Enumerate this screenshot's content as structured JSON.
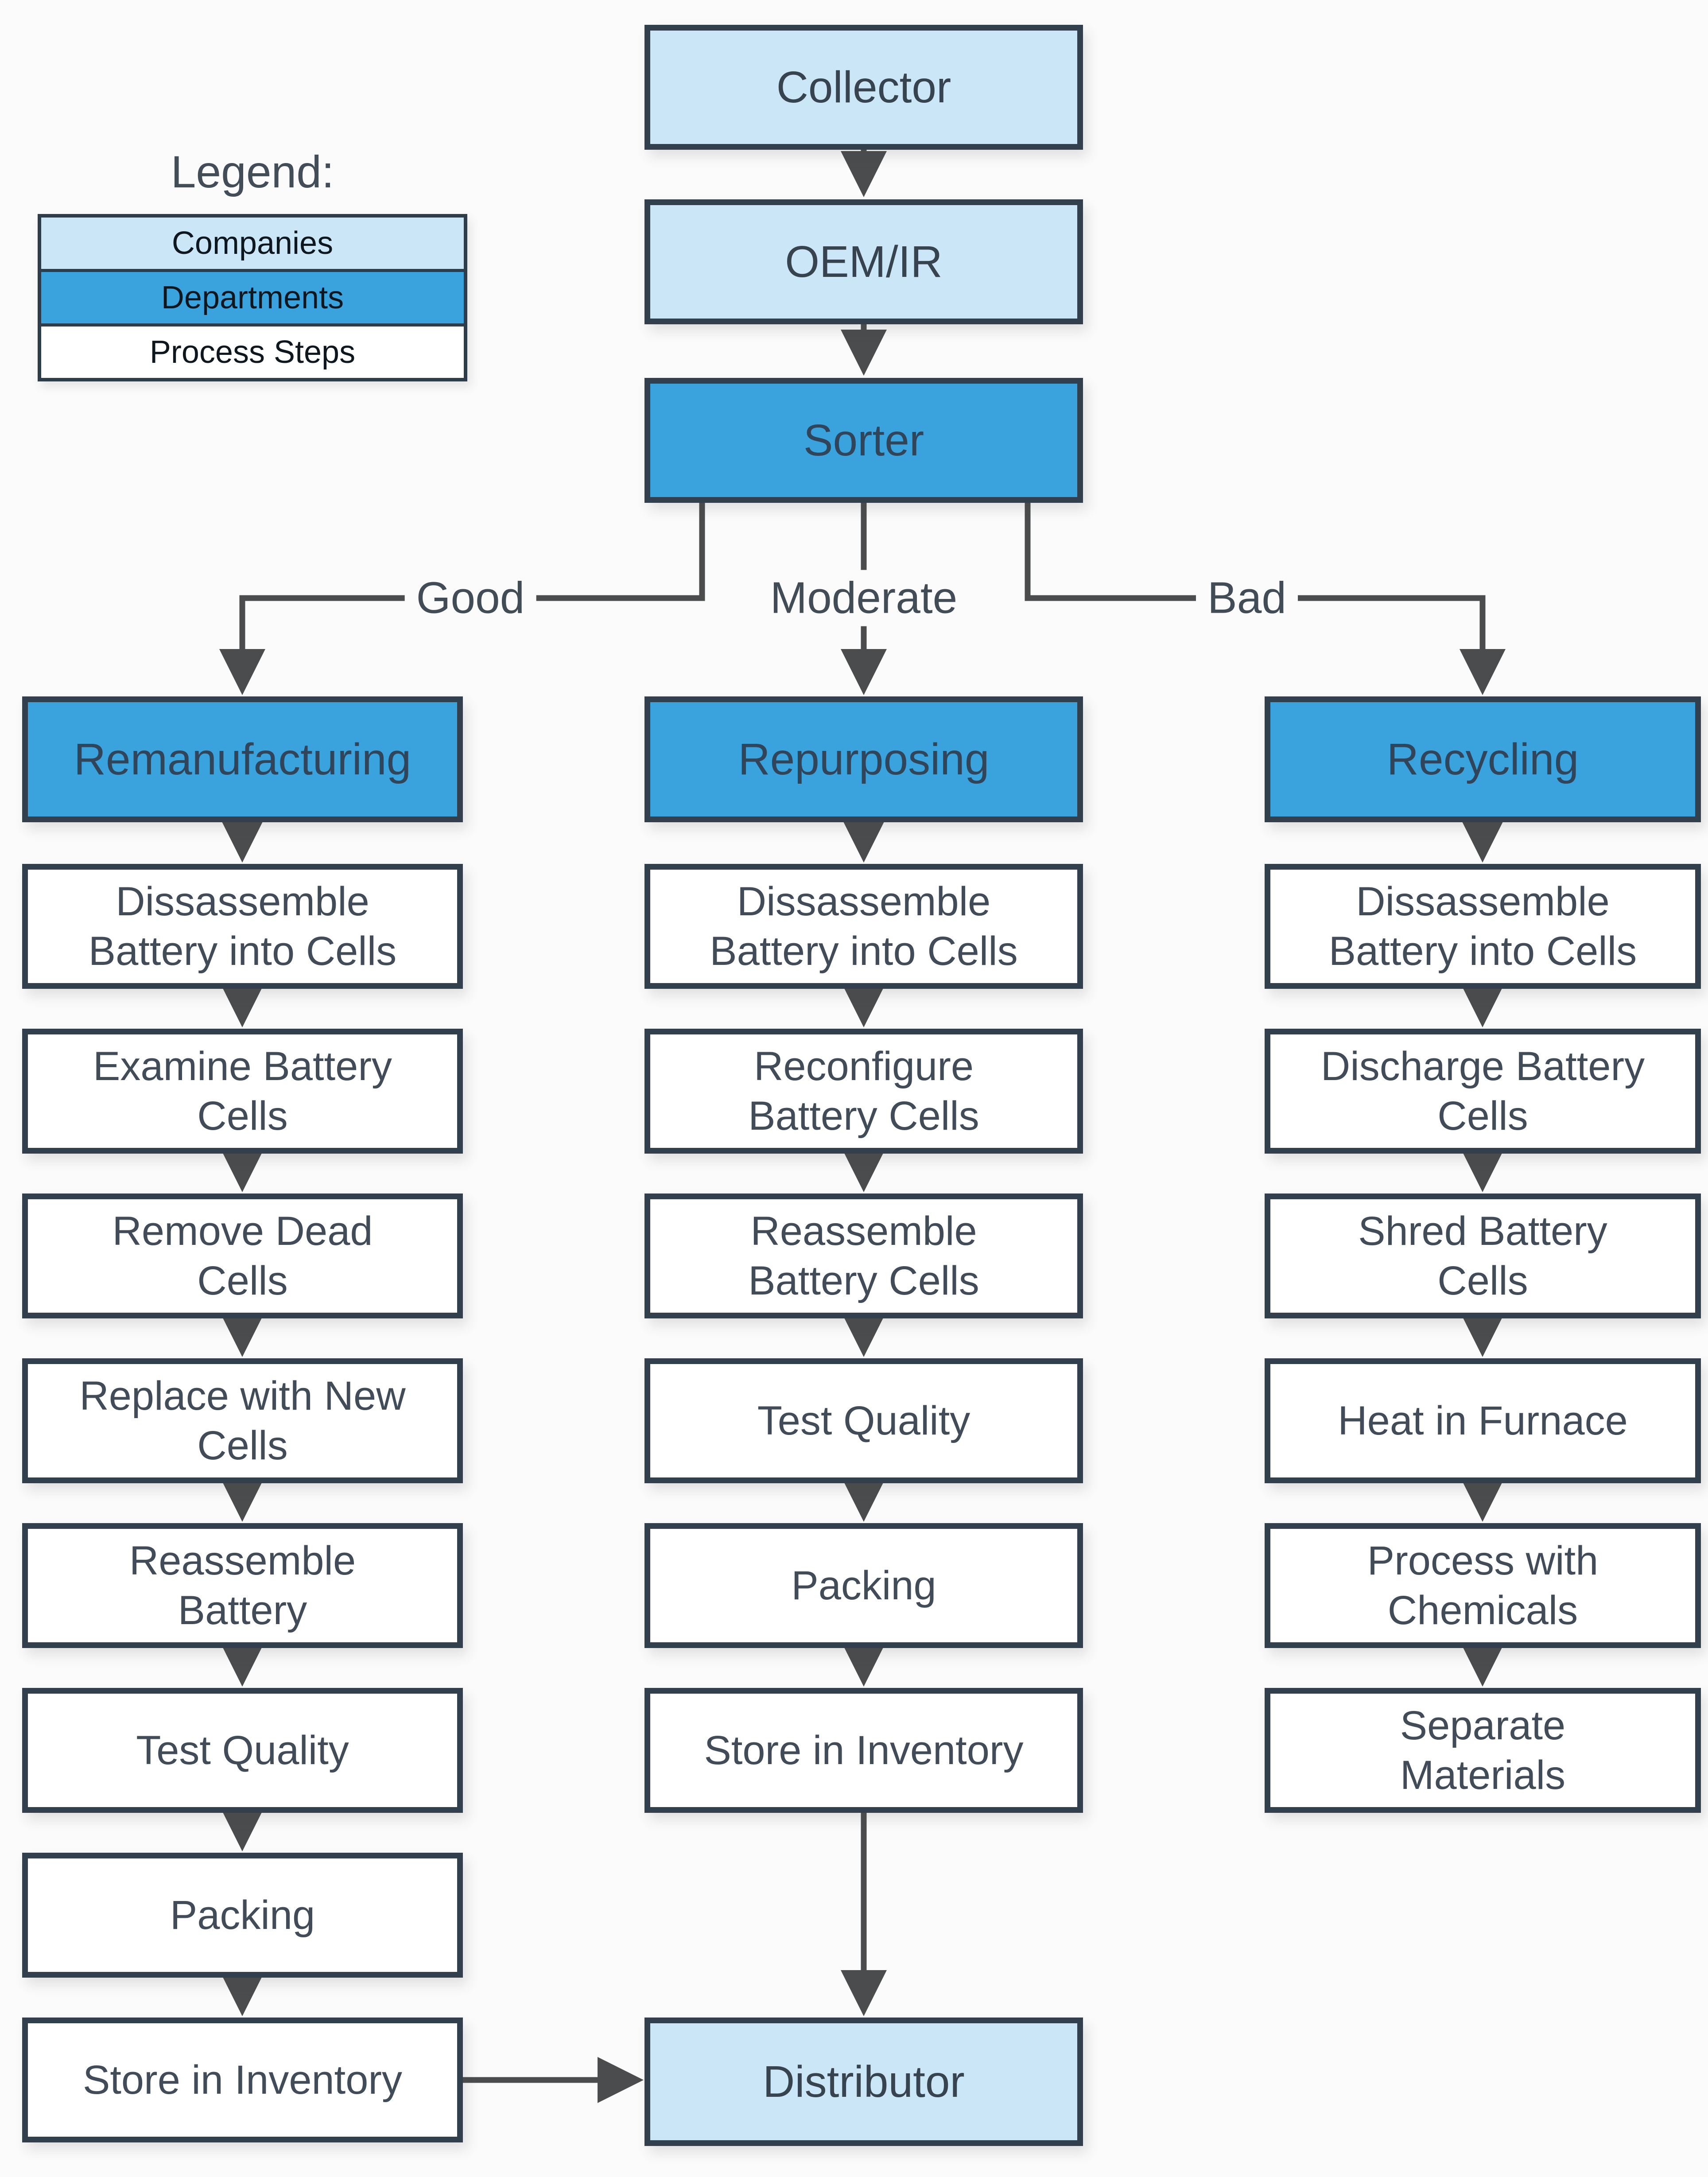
{
  "legend": {
    "title": "Legend:",
    "items": [
      {
        "label": "Companies"
      },
      {
        "label": "Departments"
      },
      {
        "label": "Process Steps"
      }
    ]
  },
  "nodes": {
    "collector": "Collector",
    "oem_ir": "OEM/IR",
    "sorter": "Sorter",
    "distributor": "Distributor"
  },
  "branches": [
    {
      "label": "Good"
    },
    {
      "label": "Moderate"
    },
    {
      "label": "Bad"
    }
  ],
  "columns": [
    {
      "department": "Remanufacturing",
      "steps": [
        "Dissassemble Battery into Cells",
        "Examine Battery Cells",
        "Remove Dead Cells",
        "Replace with New Cells",
        "Reassemble Battery",
        "Test Quality",
        "Packing",
        "Store in Inventory"
      ]
    },
    {
      "department": "Repurposing",
      "steps": [
        "Dissassemble Battery into Cells",
        "Reconfigure Battery Cells",
        "Reassemble Battery Cells",
        "Test Quality",
        "Packing",
        "Store in Inventory"
      ]
    },
    {
      "department": "Recycling",
      "steps": [
        "Dissassemble Battery into Cells",
        "Discharge Battery Cells",
        "Shred Battery Cells",
        "Heat in Furnace",
        "Process with Chemicals",
        "Separate Materials"
      ]
    }
  ],
  "colors": {
    "company_fill": "#cbe6f6",
    "department_fill": "#3aa3dd",
    "process_fill": "#ffffff",
    "border": "#323f4c",
    "arrow": "#4a4c4e",
    "background": "#fbfbfb"
  }
}
